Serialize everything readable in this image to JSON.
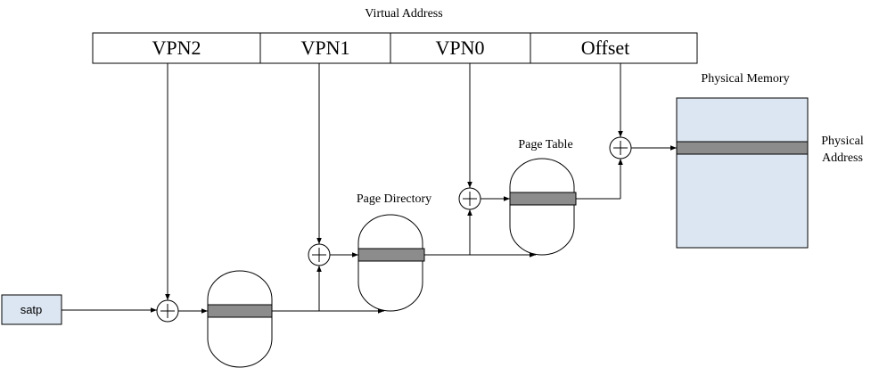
{
  "virtual_address": {
    "title": "Virtual Address",
    "fields": [
      "VPN2",
      "VPN1",
      "VPN0",
      "Offset"
    ]
  },
  "satp": {
    "label": "satp"
  },
  "page_directory": {
    "label": "Page Directory"
  },
  "page_table": {
    "label": "Page Table"
  },
  "physical_memory": {
    "label": "Physical Memory",
    "address_label_line1": "Physical",
    "address_label_line2": "Address"
  },
  "colors": {
    "stroke": "#000000",
    "entry_fill": "#8c8c8c",
    "memory_fill": "#dce6f2"
  }
}
